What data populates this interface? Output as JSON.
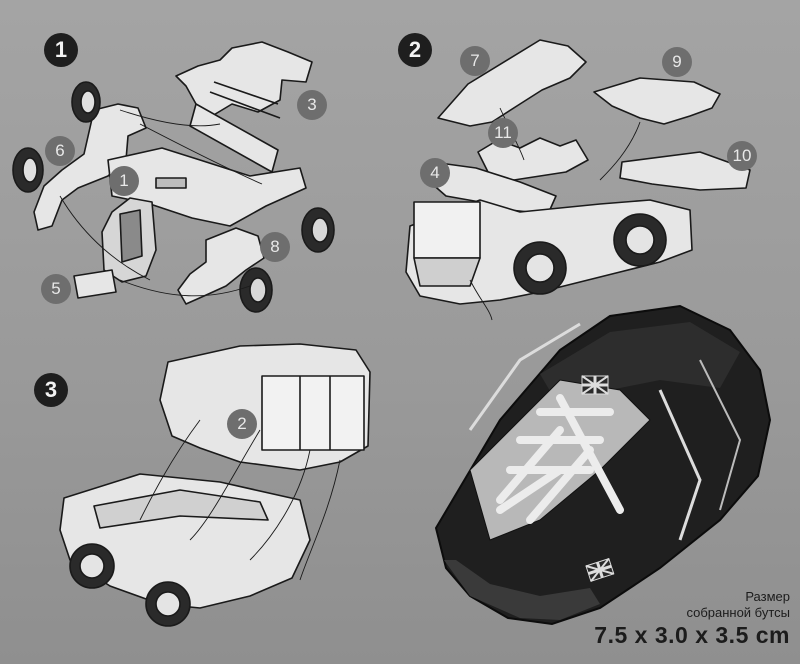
{
  "steps": [
    {
      "label": "1"
    },
    {
      "label": "2"
    },
    {
      "label": "3"
    }
  ],
  "parts": {
    "step1": [
      "3",
      "6",
      "1",
      "8",
      "5"
    ],
    "step2": [
      "7",
      "9",
      "11",
      "4",
      "10"
    ],
    "step3": [
      "2"
    ]
  },
  "caption": {
    "line1": "Размер",
    "line2": "собранной бутсы",
    "dimensions": "7.5 x 3.0 x 3.5 cm"
  },
  "colors": {
    "background": "#9c9c9c",
    "line_art": "#1a1a1a",
    "part_fill": "#e4e4e4",
    "step_badge": "#1e1e1e",
    "part_badge": "#6e6e6e",
    "shoe_body": "#1f1f1f",
    "shoe_laces": "#e6e6e6"
  },
  "icons": [
    "union-jack-flag-icon"
  ]
}
